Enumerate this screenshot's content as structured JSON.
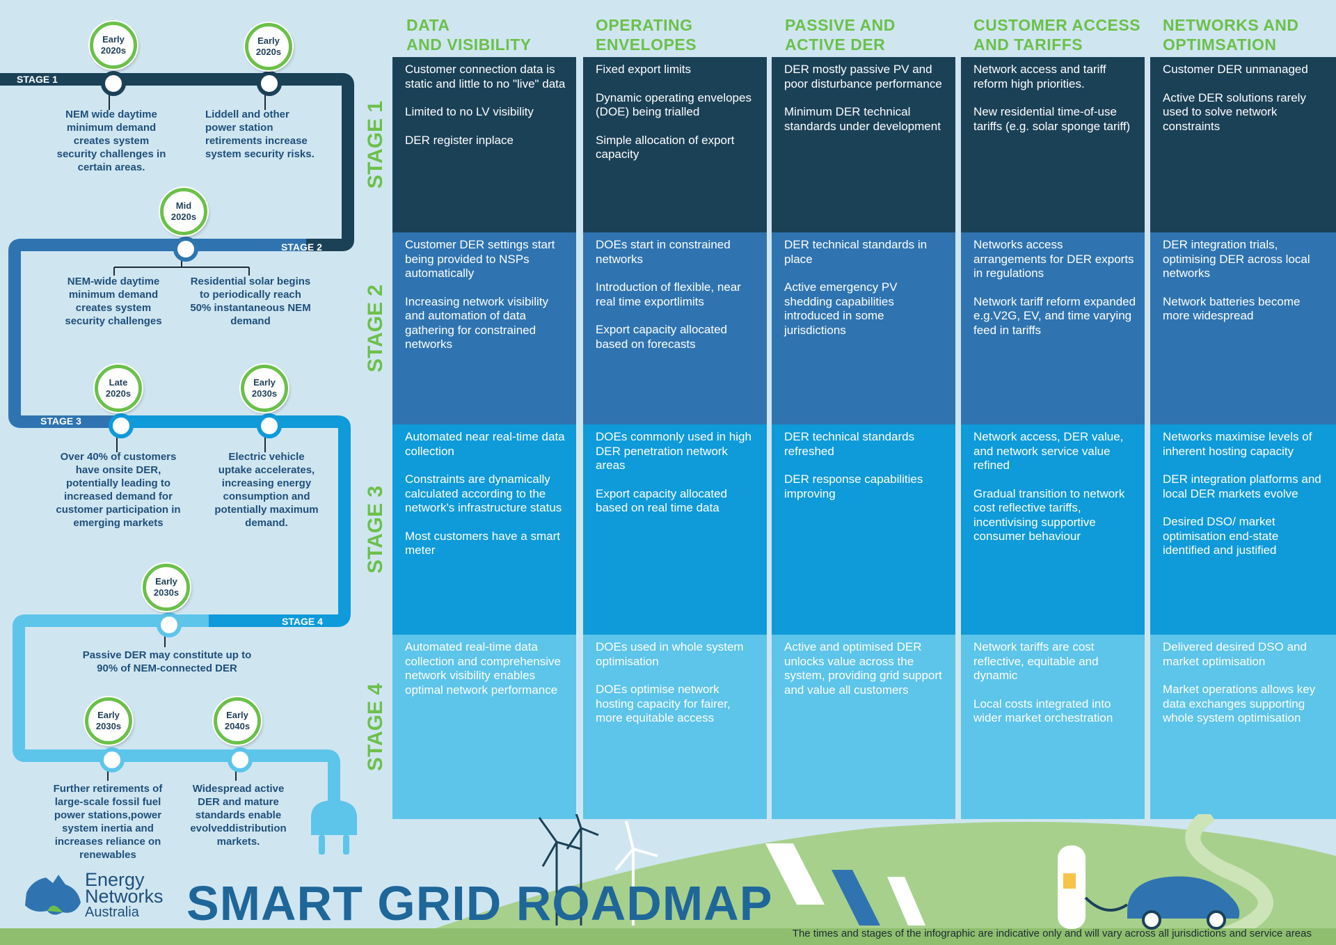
{
  "title": "SMART GRID ROADMAP",
  "logo": {
    "line1": "Energy",
    "line2": "Networks",
    "line3": "Australia"
  },
  "footnote": "The times and stages of the infographic are indicative only and will vary across all jurisdictions and service areas",
  "colors": {
    "stage1": "#1b4157",
    "stage2": "#2f74b0",
    "stage3": "#0f9ad9",
    "stage4": "#5dc4ea",
    "green": "#6cc04a"
  },
  "columns": [
    {
      "line1": "DATA",
      "line2": "AND VISIBILITY"
    },
    {
      "line1": "OPERATING",
      "line2": "ENVELOPES"
    },
    {
      "line1": "PASSIVE AND",
      "line2": "ACTIVE DER"
    },
    {
      "line1": "CUSTOMER ACCESS",
      "line2": "AND TARIFFS"
    },
    {
      "line1": "NETWORKS AND",
      "line2": "OPTIMSATION"
    }
  ],
  "stages": [
    {
      "label": "STAGE 1",
      "cells": [
        [
          "Customer connection data is static and little to no \"live\" data",
          "Limited to no LV visibility",
          "DER register inplace"
        ],
        [
          "Fixed export limits",
          "Dynamic operating envelopes (DOE) being trialled",
          "Simple allocation of export capacity"
        ],
        [
          "DER mostly passive PV and poor disturbance performance",
          "Minimum DER technical standards under development"
        ],
        [
          "Network access and tariff reform high priorities.",
          "New residential time-of-use tariffs (e.g. solar sponge tariff)"
        ],
        [
          "Customer DER unmanaged",
          "Active DER solutions rarely used to solve network constraints"
        ]
      ]
    },
    {
      "label": "STAGE 2",
      "cells": [
        [
          "Customer DER settings start being provided to NSPs automatically",
          "Increasing network visibility and automation of data gathering for constrained networks"
        ],
        [
          "DOEs start in constrained networks",
          "Introduction of flexible, near real time exportlimits",
          "Export capacity allocated based on forecasts"
        ],
        [
          "DER technical standards in place",
          "Active emergency PV shedding capabilities introduced in some jurisdictions"
        ],
        [
          "Networks access arrangements for DER exports in regulations",
          "Network tariff reform expanded e.g.V2G, EV, and time varying feed in tariffs"
        ],
        [
          "DER integration trials, optimising DER across local networks",
          "Network batteries become more widespread"
        ]
      ]
    },
    {
      "label": "STAGE 3",
      "cells": [
        [
          "Automated near real-time data collection",
          "Constraints are dynamically calculated according to the network's infrastructure status",
          "Most customers have a smart meter"
        ],
        [
          "DOEs commonly used in high DER penetration network areas",
          "Export capacity allocated based on real time data"
        ],
        [
          "DER technical standards refreshed",
          "DER response capabilities improving"
        ],
        [
          "Network access, DER value, and network service value refined",
          "Gradual transition to network cost reflective tariffs, incentivising supportive consumer behaviour"
        ],
        [
          "Networks maximise levels of inherent hosting capacity",
          "DER integration platforms and local DER markets evolve",
          "Desired DSO/ market optimisation end-state identified and justified"
        ]
      ]
    },
    {
      "label": "STAGE 4",
      "cells": [
        [
          "Automated real-time data collection and comprehensive network visibility enables optimal network performance"
        ],
        [
          "DOEs used in whole system optimisation",
          "DOEs optimise network hosting capacity for fairer, more equitable access"
        ],
        [
          "Active and optimised DER unlocks value across the system, providing grid support and value all customers"
        ],
        [
          "Network tariffs are cost reflective, equitable and dynamic",
          "Local costs integrated into wider market orchestration"
        ],
        [
          "Delivered desired DSO and market optimisation",
          "Market operations allows key data exchanges supporting whole system optimisation"
        ]
      ]
    }
  ],
  "timeline": {
    "stage_tags": [
      "STAGE 1",
      "STAGE 2",
      "STAGE 3",
      "STAGE 4"
    ],
    "milestones": [
      {
        "t1": "Early",
        "t2": "2020s",
        "text": "NEM wide daytime minimum demand creates system security challenges in certain areas."
      },
      {
        "t1": "Early",
        "t2": "2020s",
        "text": "Liddell and other power station retirements increase system security risks."
      },
      {
        "t1": "Mid",
        "t2": "2020s",
        "text": ""
      },
      {
        "t1": "Late",
        "t2": "2020s",
        "text": "Over 40% of customers have onsite DER, potentially leading to increased demand for customer participation in emerging markets"
      },
      {
        "t1": "Early",
        "t2": "2030s",
        "text": "Electric vehicle uptake accelerates, increasing energy consumption and potentially maximum demand."
      },
      {
        "t1": "Early",
        "t2": "2030s",
        "text": "Passive DER may constitute up to 90% of NEM-connected DER"
      },
      {
        "t1": "Early",
        "t2": "2030s",
        "text": "Further retirements of large-scale fossil fuel power stations,power system inertia and increases reliance on renewables"
      },
      {
        "t1": "Early",
        "t2": "2040s",
        "text": "Widespread active DER and mature standards enable evolveddistribution markets."
      }
    ],
    "mid_left_text": "NEM-wide daytime minimum demand creates system security challenges",
    "mid_right_text": "Residential solar begins to periodically reach 50% instantaneous NEM demand"
  }
}
